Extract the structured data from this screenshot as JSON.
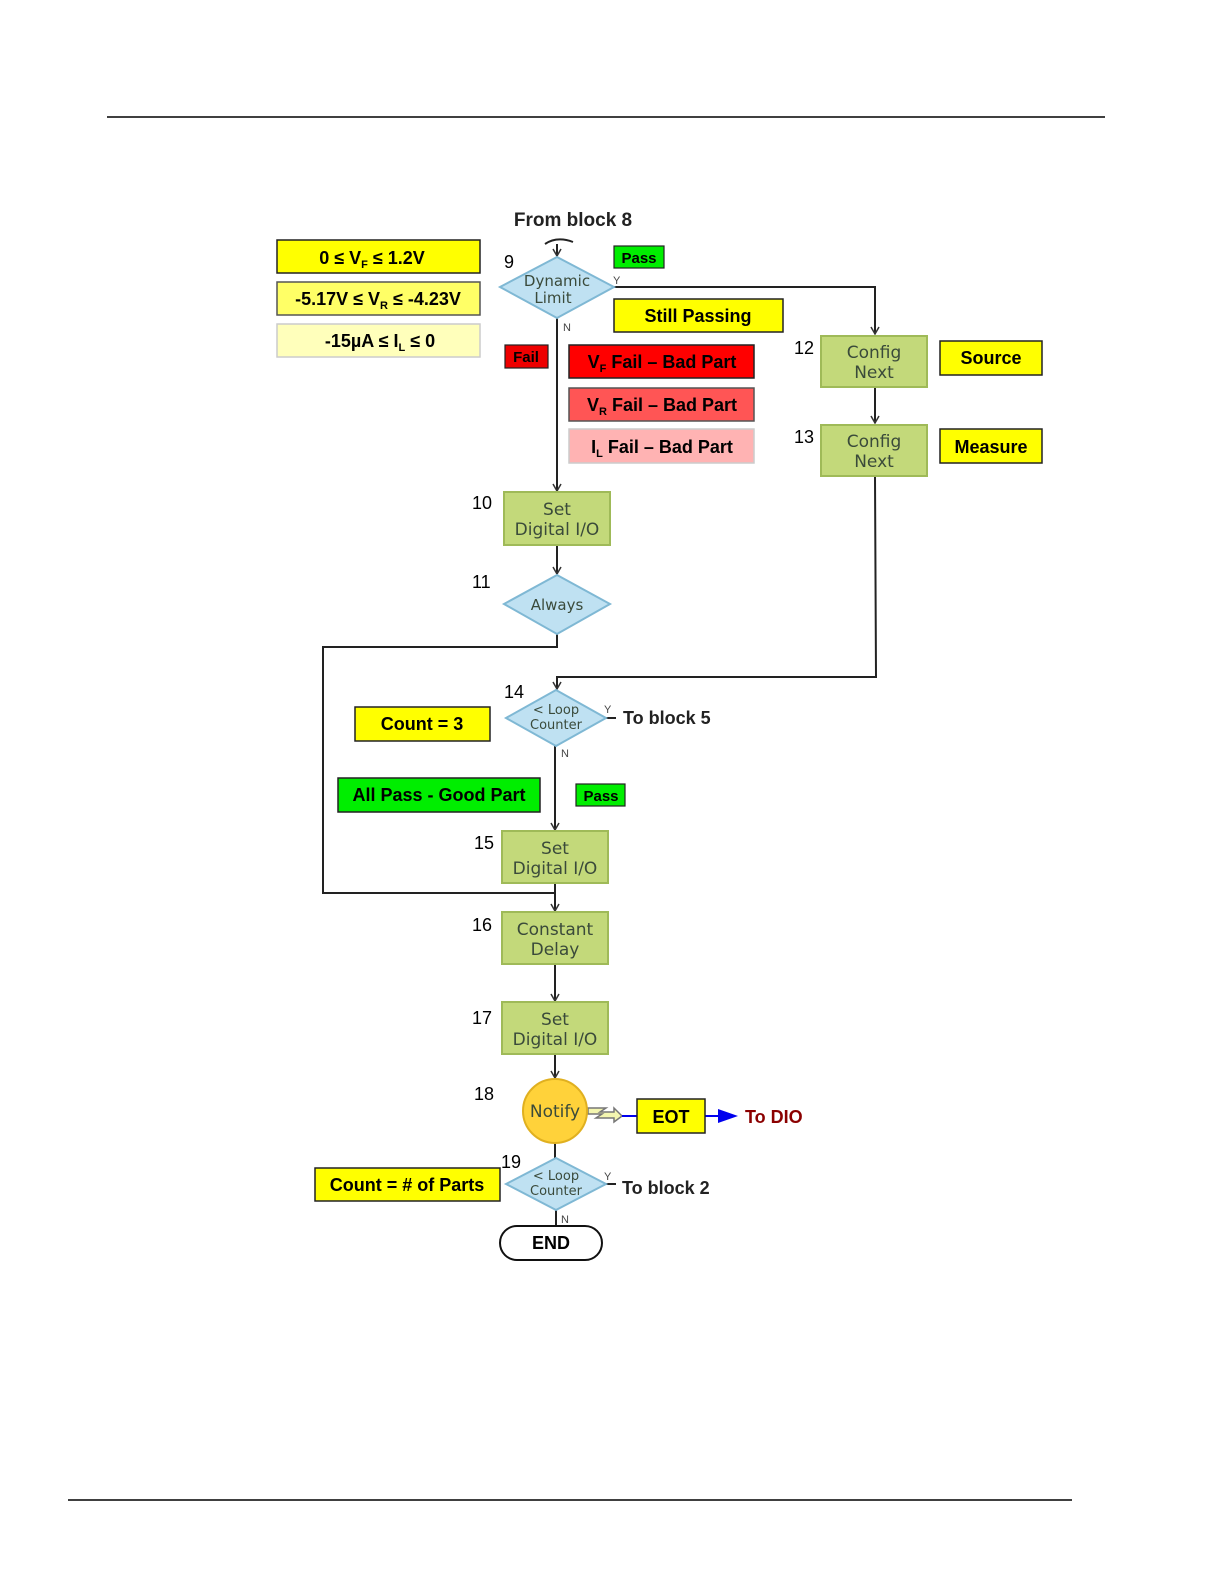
{
  "header": {
    "from_block": "From block 8"
  },
  "ranges": [
    {
      "pre": "0 ≤ V",
      "sub": "F",
      "post": " ≤ 1.2V",
      "color": "#ffff00"
    },
    {
      "pre": "-5.17V ≤ V",
      "sub": "R",
      "post": " ≤ -4.23V",
      "color": "#ffff66"
    },
    {
      "pre": "-15µA ≤ I",
      "sub": "L",
      "post": " ≤ 0",
      "color": "#ffffbb"
    }
  ],
  "blocks": {
    "b9": {
      "num": "9",
      "line1": "Dynamic",
      "line2": "Limit",
      "yes": "Y",
      "no": "N"
    },
    "b10": {
      "num": "10",
      "line1": "Set",
      "line2": "Digital I/O"
    },
    "b11": {
      "num": "11",
      "line1": "Always"
    },
    "b12": {
      "num": "12",
      "line1": "Config",
      "line2": "Next"
    },
    "b13": {
      "num": "13",
      "line1": "Config",
      "line2": "Next"
    },
    "b14": {
      "num": "14",
      "line1": "< Loop",
      "line2": "Counter",
      "yes": "Y",
      "no": "N"
    },
    "b15": {
      "num": "15",
      "line1": "Set",
      "line2": "Digital I/O"
    },
    "b16": {
      "num": "16",
      "line1": "Constant",
      "line2": "Delay"
    },
    "b17": {
      "num": "17",
      "line1": "Set",
      "line2": "Digital I/O"
    },
    "b18": {
      "num": "18",
      "line1": "Notify"
    },
    "b19": {
      "num": "19",
      "line1": "< Loop",
      "line2": "Counter",
      "yes": "Y",
      "no": "N"
    },
    "end": {
      "label": "END"
    }
  },
  "labels": {
    "pass1": "Pass",
    "still_passing": "Still Passing",
    "fail": "Fail",
    "vf_fail": {
      "pre": "V",
      "sub": "F",
      "post": " Fail – Bad Part"
    },
    "vr_fail": {
      "pre": "V",
      "sub": "R",
      "post": " Fail – Bad Part"
    },
    "il_fail": {
      "pre": "I",
      "sub": "L",
      "post": " Fail – Bad Part"
    },
    "source": "Source",
    "measure": "Measure",
    "count3": "Count = 3",
    "to_block5": "To block 5",
    "all_pass": "All Pass - Good Part",
    "pass2": "Pass",
    "eot": "EOT",
    "to_dio": "To DIO",
    "count_parts": "Count = # of Parts",
    "to_block2": "To block 2"
  },
  "colors": {
    "yellow": "#ffff00",
    "green": "#00ee00",
    "red": "#ff0000",
    "red2": "#ff5555",
    "pink": "#ffb3b3",
    "notify": "#ffd23a",
    "dio": "#8b0000",
    "blue": "#0000ee"
  }
}
